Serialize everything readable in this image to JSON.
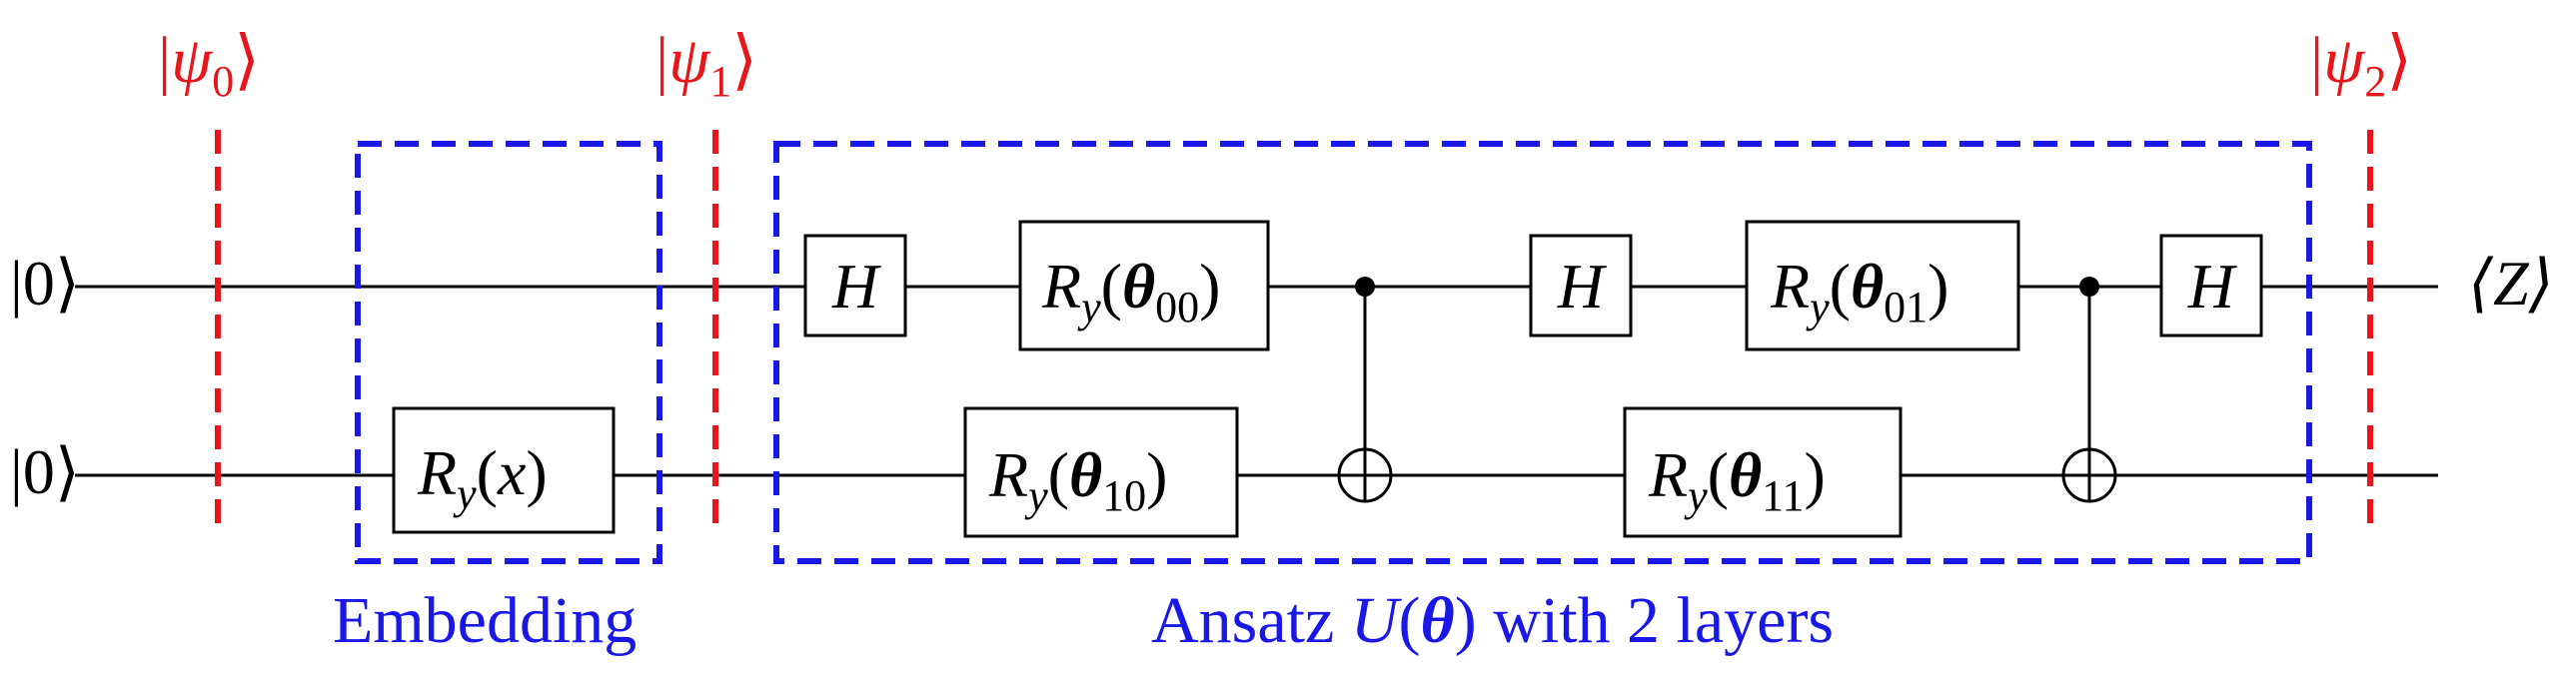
{
  "inputs": [
    {
      "ket": "|0⟩"
    },
    {
      "ket": "|0⟩"
    }
  ],
  "output": {
    "label": "⟨Z⟩"
  },
  "states": [
    {
      "psi": "ψ",
      "sub": "0"
    },
    {
      "psi": "ψ",
      "sub": "1"
    },
    {
      "psi": "ψ",
      "sub": "2"
    }
  ],
  "gates": {
    "H": "H",
    "R": "R",
    "y": "y",
    "x": "x",
    "theta": "θ",
    "lp": "(",
    "rp": ")",
    "sub00": "00",
    "sub01": "01",
    "sub10": "10",
    "sub11": "11"
  },
  "blocks": {
    "embedding": "Embedding",
    "ansatz_pre": "Ansatz ",
    "ansatz_U": "U",
    "ansatz_lp": "(",
    "ansatz_theta": "θ",
    "ansatz_rp": ")",
    "ansatz_post": " with 2 layers"
  },
  "colors": {
    "state": "#e8151b",
    "block": "#1a18e6",
    "wire": "#000000"
  }
}
